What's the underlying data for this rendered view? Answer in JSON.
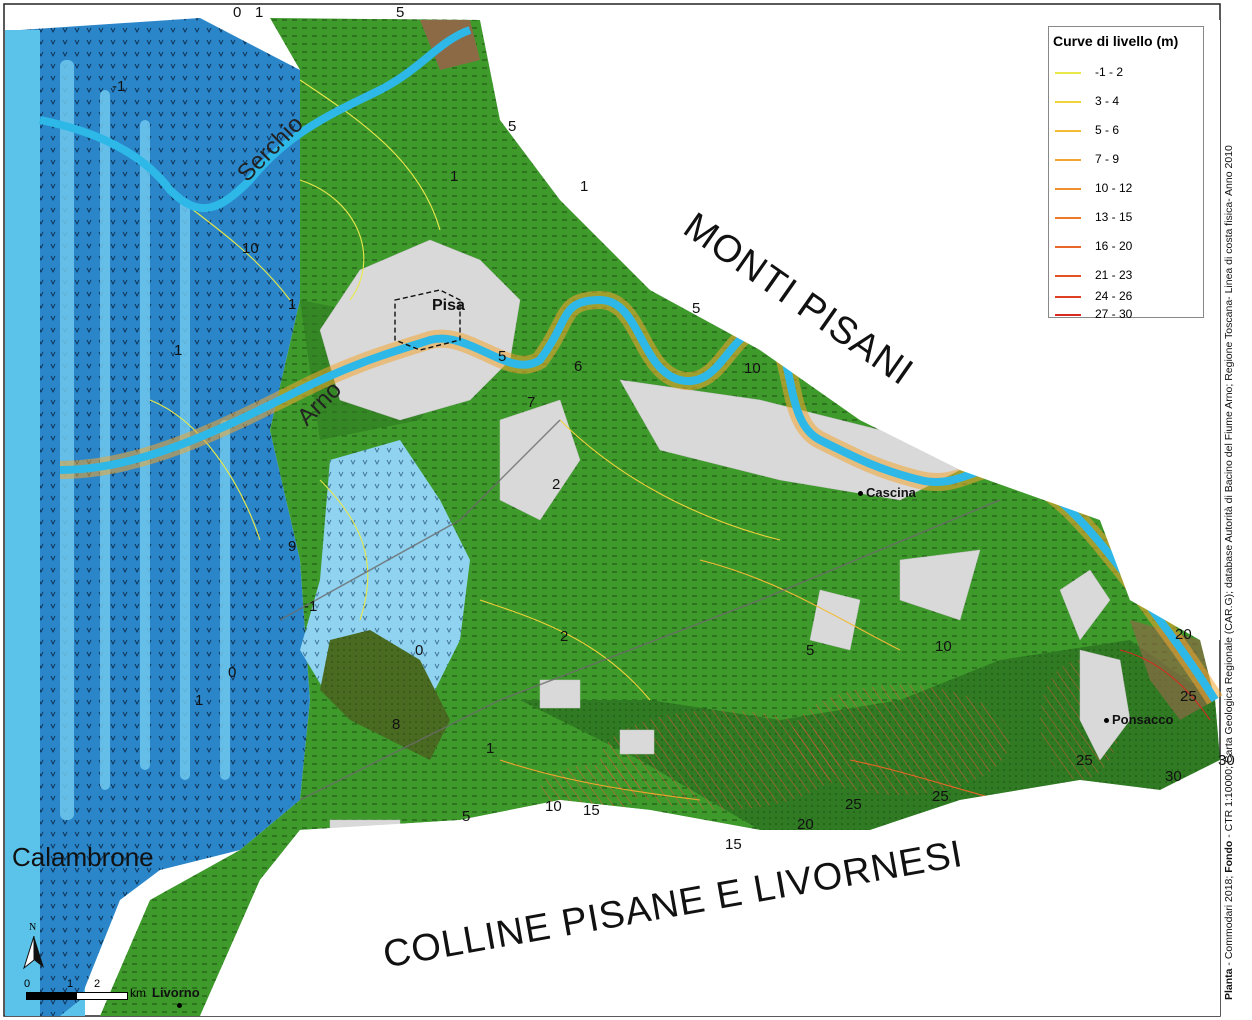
{
  "regions": {
    "monti": "MONTI PISANI",
    "colline": "COLLINE PISANE E LIVORNESI",
    "calambrone": "Calambrone"
  },
  "rivers": {
    "serchio": "Serchio",
    "arno": "Arno"
  },
  "cities": {
    "pisa": "Pisa",
    "cascina": "Cascina",
    "ponsacco": "Ponsacco",
    "livorno": "Livorno"
  },
  "contour_labels": [
    "0",
    "1",
    "5",
    "-1",
    "5",
    "1",
    "1",
    "10",
    "1",
    "1",
    "5",
    "5",
    "6",
    "10",
    "7",
    "2",
    "9",
    "-1",
    "0",
    "1",
    "0",
    "8",
    "2",
    "5",
    "10",
    "20",
    "25",
    "30",
    "25",
    "30",
    "1",
    "5",
    "10",
    "15",
    "15",
    "20",
    "25",
    "25"
  ],
  "legend": {
    "title": "Curve di livello (m)",
    "items": [
      {
        "label": "-1 - 2",
        "color": "#e8e84a"
      },
      {
        "label": "3 - 4",
        "color": "#f0d23a"
      },
      {
        "label": "5 - 6",
        "color": "#f3bb36"
      },
      {
        "label": "7 - 9",
        "color": "#f3a531"
      },
      {
        "label": "10 - 12",
        "color": "#f0902c"
      },
      {
        "label": "13 - 15",
        "color": "#ec7a29"
      },
      {
        "label": "16 - 20",
        "color": "#e86627"
      },
      {
        "label": "21 - 23",
        "color": "#e35225"
      },
      {
        "label": "24 - 26",
        "color": "#de3e23"
      },
      {
        "label": "27 - 30",
        "color": "#d82a20"
      }
    ]
  },
  "scale": {
    "ticks": [
      "0",
      "1",
      "2"
    ],
    "unit": "km"
  },
  "north": "N",
  "credits": {
    "planta_label": "Planta",
    "planta_text": " - Commodari 2018; ",
    "fondo_label": "Fondo",
    "fondo_text": " - CTR 1:10000; Carta Geologica Regionale (CAR.G); database Autorità di Bacino del Fiume Arno; Regione Toscana- Linea di costa fisica- Anno 2010"
  },
  "colors": {
    "sea": "#5bc3ea",
    "marsh": "#2a86c8",
    "plain": "#3f9a2c",
    "hill": "#2f7a22",
    "urban": "#d9d9d9",
    "river": "#2db8e8",
    "lake": "#8fd3f1",
    "soil": "#8b6a45"
  }
}
